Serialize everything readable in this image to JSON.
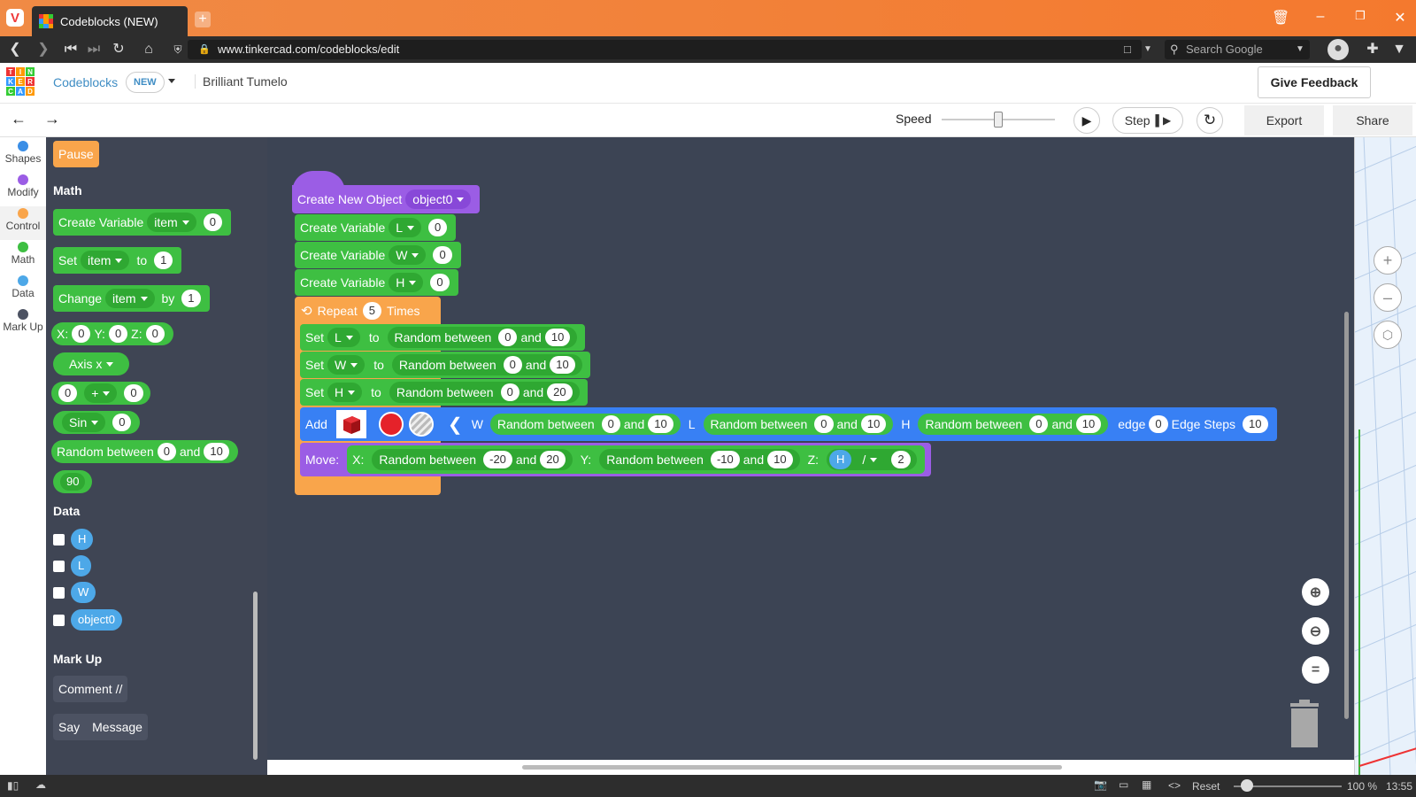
{
  "browser": {
    "tab_title": "Codeblocks (NEW)",
    "url": "www.tinkercad.com/codeblocks/edit",
    "search_placeholder": "Search Google",
    "clock": "13:55",
    "zoom": "100 %",
    "reset_label": "Reset"
  },
  "app": {
    "logo_letters": [
      "T",
      "I",
      "N",
      "K",
      "E",
      "R",
      "C",
      "A",
      "D"
    ],
    "product": "Codeblocks",
    "badge": "NEW",
    "project_name": "Brilliant Tumelo",
    "feedback": "Give Feedback"
  },
  "toolbar": {
    "speed_label": "Speed",
    "speed_level": 0.5,
    "step": "Step",
    "export": "Export",
    "share": "Share"
  },
  "categories": [
    {
      "label": "Shapes",
      "color": "#3a8ee6"
    },
    {
      "label": "Modify",
      "color": "#9b5de5"
    },
    {
      "label": "Control",
      "color": "#f9a54b"
    },
    {
      "label": "Math",
      "color": "#3ebf42"
    },
    {
      "label": "Data",
      "color": "#4da8e8"
    },
    {
      "label": "Mark Up",
      "color": "#4c5262"
    }
  ],
  "flyout": {
    "pause": "Pause",
    "math_title": "Math",
    "create_variable": {
      "label": "Create Variable",
      "var": "item",
      "value": "0"
    },
    "set": {
      "label": "Set",
      "var": "item",
      "to": "to",
      "value": "1"
    },
    "change": {
      "label": "Change",
      "var": "item",
      "by": "by",
      "value": "1"
    },
    "xyz": {
      "x": "X:",
      "xv": "0",
      "y": "Y:",
      "yv": "0",
      "z": "Z:",
      "zv": "0"
    },
    "axis": "Axis x",
    "op": {
      "a": "0",
      "op": "+",
      "b": "0"
    },
    "sin": {
      "fn": "Sin",
      "value": "0"
    },
    "random": {
      "label": "Random between",
      "a": "0",
      "and": "and",
      "b": "10"
    },
    "number": "90",
    "data_title": "Data",
    "variables": [
      "H",
      "L",
      "W",
      "object0"
    ],
    "markup_title": "Mark Up",
    "comment": "Comment //",
    "say": "Say",
    "message": "Message"
  },
  "program": {
    "create_object": {
      "label": "Create New Object",
      "name": "object0"
    },
    "vars": [
      {
        "label": "Create Variable",
        "name": "L",
        "value": "0"
      },
      {
        "label": "Create Variable",
        "name": "W",
        "value": "0"
      },
      {
        "label": "Create Variable",
        "name": "H",
        "value": "0"
      }
    ],
    "repeat": {
      "label": "Repeat",
      "count": "5",
      "times": "Times"
    },
    "sets": [
      {
        "set": "Set",
        "var": "L",
        "to": "to",
        "rand": "Random between",
        "a": "0",
        "and": "and",
        "b": "10"
      },
      {
        "set": "Set",
        "var": "W",
        "to": "to",
        "rand": "Random between",
        "a": "0",
        "and": "and",
        "b": "10"
      },
      {
        "set": "Set",
        "var": "H",
        "to": "to",
        "rand": "Random between",
        "a": "0",
        "and": "and",
        "b": "20"
      }
    ],
    "add": {
      "label": "Add",
      "w": "W",
      "wa": "0",
      "wb": "10",
      "l": "L",
      "la": "0",
      "lb": "10",
      "h": "H",
      "ha": "0",
      "hb": "10",
      "rand": "Random between",
      "and": "and",
      "edge": "edge",
      "edge_v": "0",
      "steps": "Edge Steps",
      "steps_v": "10",
      "color": "#e5222a"
    },
    "move": {
      "label": "Move:",
      "x": "X:",
      "xa": "-20",
      "xb": "20",
      "y": "Y:",
      "ya": "-10",
      "yb": "10",
      "z": "Z:",
      "zvar": "H",
      "zop": "/",
      "zv": "2",
      "rand": "Random between",
      "and": "and"
    }
  }
}
